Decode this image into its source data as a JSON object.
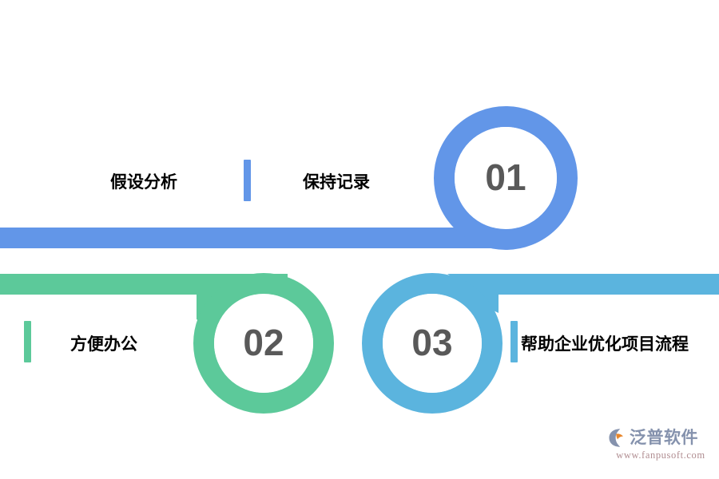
{
  "graphic": {
    "type": "process-flow-infographic",
    "background": "#ffffff"
  },
  "steps": [
    {
      "number": "01",
      "label": "保持记录",
      "secondary_label": "假设分析",
      "color": "#6296E8",
      "bar": "blue-bar-top"
    },
    {
      "number": "02",
      "label": "方便办公",
      "color": "#5CC99A",
      "bar": "green-bar-middle"
    },
    {
      "number": "03",
      "label": "帮助企业优化项目流程",
      "color": "#5BB4DE",
      "bar": "lightblue-bar-right"
    }
  ],
  "numbers": {
    "one": "01",
    "two": "02",
    "three": "03"
  },
  "labels": {
    "assumption_analysis": "假设分析",
    "keep_records": "保持记录",
    "convenient_office": "方便办公",
    "optimize_process": "帮助企业优化项目流程"
  },
  "colors": {
    "blue": "#6296E8",
    "green": "#5CC99A",
    "light_blue": "#5BB4DE",
    "number_gray": "#595959",
    "text_black": "#000000",
    "watermark_brand": "#8592ad",
    "watermark_url": "#b08d91",
    "watermark_accent": "#e8862b"
  },
  "watermark": {
    "brand": "泛普软件",
    "url": "www.fanpusoft.com",
    "logo_icon": "leaf-swoosh-logo-icon"
  }
}
